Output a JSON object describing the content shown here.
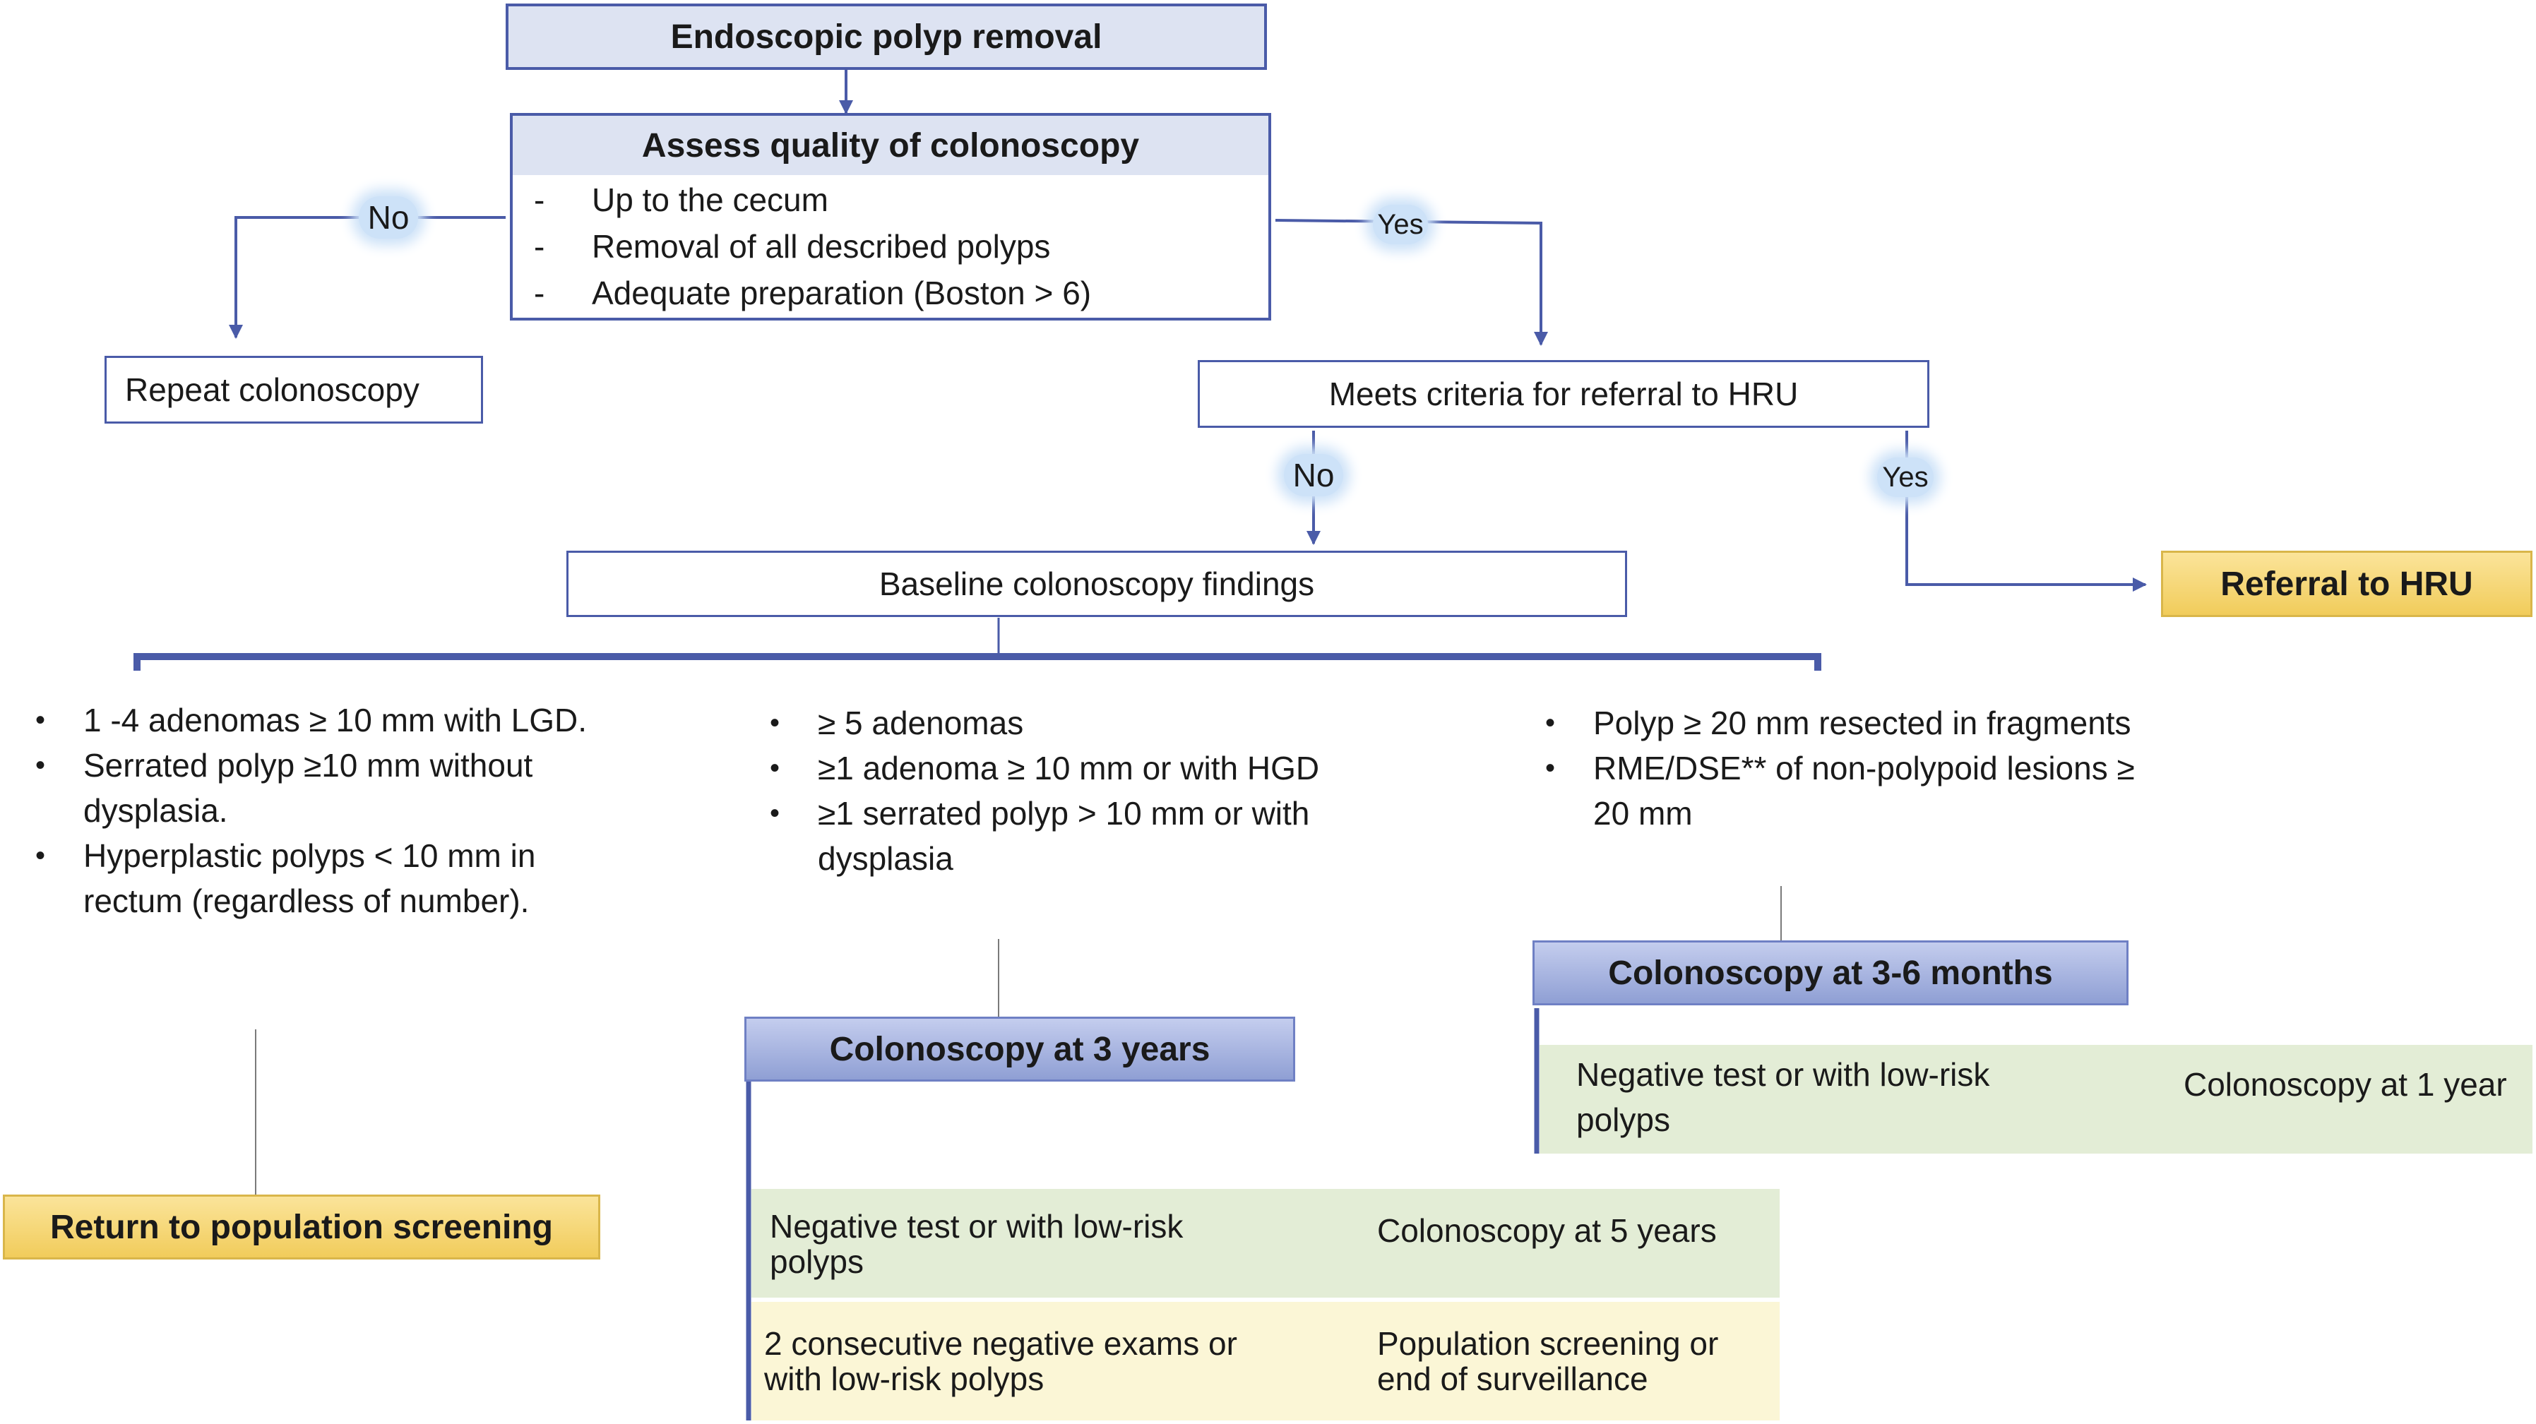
{
  "top": {
    "label": "Endoscopic polyp removal"
  },
  "assess": {
    "title": "Assess quality of colonoscopy",
    "items": [
      "Up to the cecum",
      "Removal of all described polyps",
      "Adequate preparation (Boston > 6)"
    ]
  },
  "labels": {
    "no": "No",
    "yes": "Yes"
  },
  "repeat": "Repeat colonoscopy",
  "criteria": "Meets criteria for referral to HRU",
  "referral": "Referral to HRU",
  "baseline": "Baseline colonoscopy findings",
  "left_branch": {
    "items": [
      "1 -4 adenomas ≥ 10 mm with LGD.",
      "Serrated polyp ≥10 mm without dysplasia.",
      "Hyperplastic polyps < 10 mm in rectum (regardless of number)."
    ],
    "outcome": "Return to population screening"
  },
  "middle_branch": {
    "items": [
      "≥ 5 adenomas",
      "≥1 adenoma ≥ 10 mm or with HGD",
      "≥1 serrated polyp > 10 mm or with dysplasia"
    ],
    "outcome": "Colonoscopy at 3 years",
    "followups": [
      {
        "condition": "Negative test or with low-risk polyps",
        "result": "Colonoscopy at 5 years"
      },
      {
        "condition": "2 consecutive negative exams or with low-risk polyps",
        "result": "Population screening or end of surveillance"
      }
    ]
  },
  "right_branch": {
    "items": [
      "Polyp ≥ 20 mm resected in fragments",
      "RME/DSE** of non-polypoid lesions ≥ 20 mm"
    ],
    "outcome": "Colonoscopy at 3-6 months",
    "followup": {
      "condition": "Negative test or with low-risk polyps",
      "result": "Colonoscopy at 1 year"
    }
  },
  "colors": {
    "line": "#4a5ba8",
    "highlight": "#cde2f8",
    "yellow": "#f1cc5b",
    "green": "#e3edd6",
    "cream": "#fbf6d6"
  }
}
